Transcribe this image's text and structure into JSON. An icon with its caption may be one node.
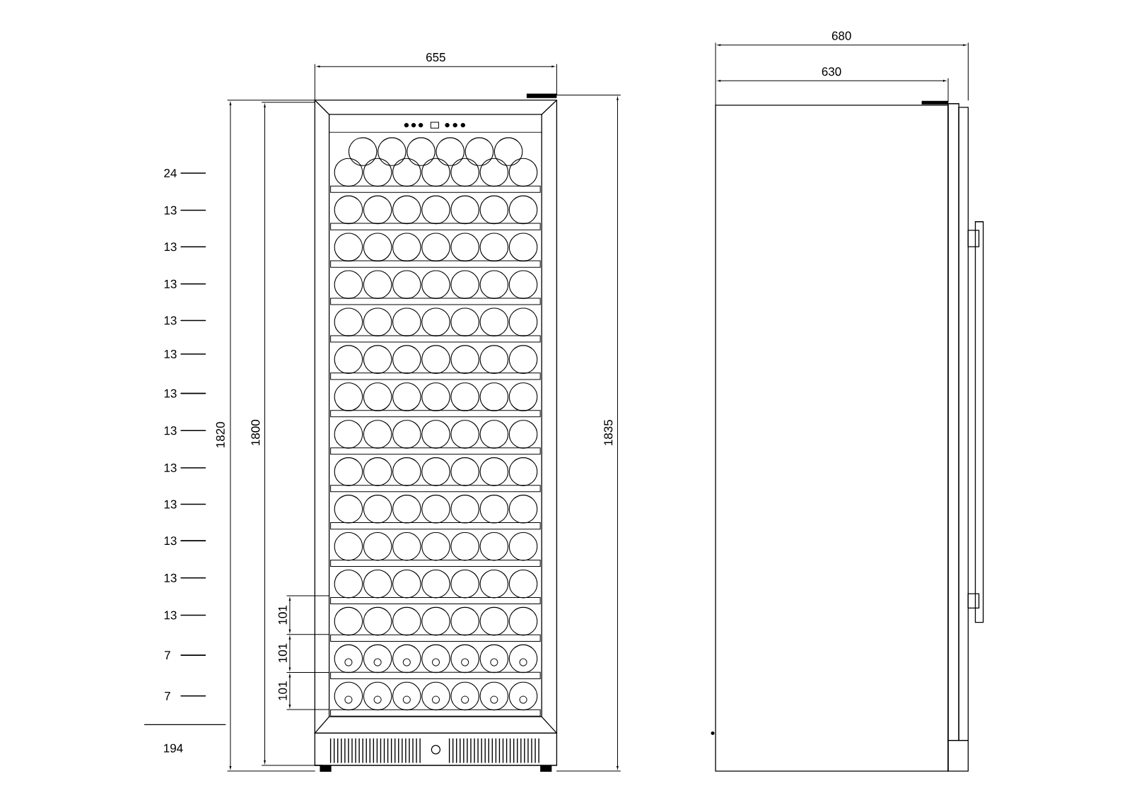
{
  "diagram": {
    "labels": [
      "680",
      "655",
      "630",
      "24",
      "13",
      "13",
      "13",
      "13",
      "13",
      "13",
      "13",
      "13",
      "13",
      "13",
      "13",
      "13",
      "1820",
      "1800",
      "1835",
      "101",
      "101",
      "101",
      "7",
      "7",
      "194"
    ]
  }
}
